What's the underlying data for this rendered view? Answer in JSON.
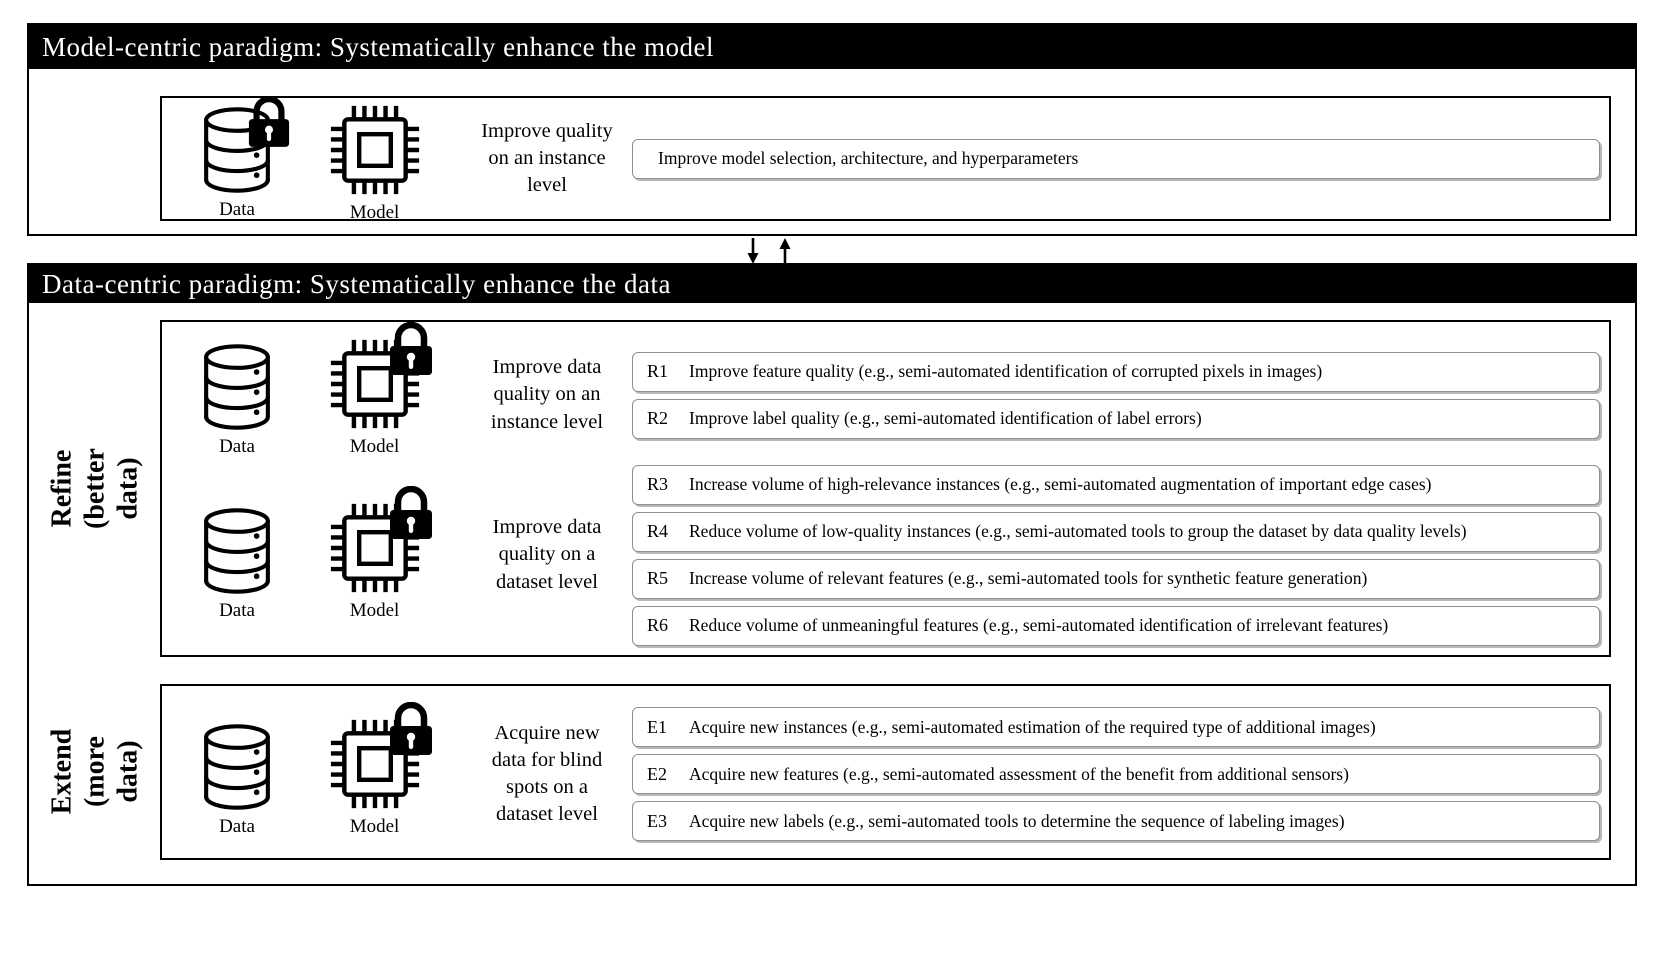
{
  "colors": {
    "header_bg": "#000000",
    "header_text": "#ffffff",
    "strategy_border": "#8f8f8f",
    "ink": "#000000"
  },
  "icons": {
    "data": "database-icon",
    "model": "chip-icon",
    "lock": "padlock-icon",
    "flow": [
      "down-arrow-icon",
      "up-arrow-icon"
    ]
  },
  "model_centric": {
    "header": "Model-centric paradigm: Systematically enhance the model",
    "row": {
      "data_label": "Data",
      "model_label": "Model",
      "description": "Improve quality\non an instance\nlevel",
      "strategy_text": "Improve model selection, architecture, and hyperparameters"
    }
  },
  "data_centric": {
    "header": "Data-centric paradigm: Systematically enhance the data",
    "refine": {
      "side_label": "Refine\n(better data)",
      "instance_row": {
        "data_label": "Data",
        "model_label": "Model",
        "description": "Improve data\nquality on an\ninstance level",
        "strategies": [
          {
            "id": "R1",
            "text": "Improve feature quality (e.g., semi-automated identification of corrupted pixels in images)"
          },
          {
            "id": "R2",
            "text": "Improve label quality (e.g., semi-automated identification of label errors)"
          }
        ]
      },
      "dataset_row": {
        "data_label": "Data",
        "model_label": "Model",
        "description": "Improve data\nquality on a\ndataset level",
        "strategies": [
          {
            "id": "R3",
            "text": "Increase volume of high-relevance instances (e.g., semi-automated augmentation of important edge cases)"
          },
          {
            "id": "R4",
            "text": "Reduce volume of low-quality instances (e.g., semi-automated tools to group the dataset by data quality levels)"
          },
          {
            "id": "R5",
            "text": "Increase volume of relevant features (e.g., semi-automated tools for synthetic feature generation)"
          },
          {
            "id": "R6",
            "text": "Reduce volume of unmeaningful features (e.g., semi-automated identification of irrelevant features)"
          }
        ]
      }
    },
    "extend": {
      "side_label": "Extend\n(more data)",
      "blind_spot_row": {
        "data_label": "Data",
        "model_label": "Model",
        "description": "Acquire new\ndata for blind\nspots on a\ndataset level",
        "strategies": [
          {
            "id": "E1",
            "text": "Acquire new instances (e.g., semi-automated estimation of the required type of additional images)"
          },
          {
            "id": "E2",
            "text": "Acquire new features (e.g., semi-automated assessment of the benefit from additional sensors)"
          },
          {
            "id": "E3",
            "text": "Acquire new labels (e.g., semi-automated tools to determine the sequence of labeling images)"
          }
        ]
      }
    }
  }
}
